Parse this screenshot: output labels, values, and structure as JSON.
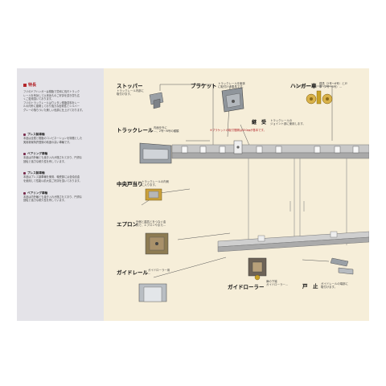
{
  "left": {
    "heading": "特長",
    "intro": [
      "フジのドアハンガーは樹脂で豊和に長尺トラック",
      "レールを有効して以来永久のご好評を頂き豊も広",
      "くご愛用頂いております。",
      "フジのトラックレールはウレタン樹脂塗料をレー",
      "ルの内外に被覆しており強力な密着性とシルバー",
      "グレーの落ちついた美しい色調に仕上げております。"
    ],
    "sections": [
      {
        "title": "プレス製車輪",
        "lines": [
          "本品は全属と樹脂のコンビネーションを特徴とした",
          "実用新案特許登録の精度の高い車輪です。"
        ]
      },
      {
        "title": "ベアリング車輪",
        "lines": [
          "本品は内外輪とも焼き入れが施されており、円滑な",
          "回転と強力な耐久性を有しています。"
        ]
      },
      {
        "title": "プレス製車輪",
        "lines": [
          "本品はプレス製車輪を使用、軸受部には含油合金",
          "を使用して性能以前大変ご好評を頂いております。"
        ]
      },
      {
        "title": "ベアリング車輪",
        "lines": [
          "本品は内外輪とも焼き入れが施されており、円滑な",
          "回転と強力な耐久性を有しています。"
        ]
      }
    ]
  },
  "labels": {
    "stopper": {
      "title": "ストッパー",
      "desc": [
        "トラックレール内部に",
        "取付けます。"
      ]
    },
    "bracket": {
      "title": "ブラケット",
      "desc": [
        "トラックレールを躯体",
        "に取付ける金具です。"
      ]
    },
    "hanger": {
      "title": "ハンガー車",
      "desc": [
        "建具（2号〜6号）と戸",
        "車（2号〜5号）…"
      ]
    },
    "track": {
      "title": "トラックレール",
      "desc": [
        "内面を外に",
        "…、2号〜6号の種類"
      ]
    },
    "joint": {
      "title": "継　受",
      "desc": [
        "トラックレールの",
        "ジョイント部に使用します。"
      ]
    },
    "note": "※ブラケットの取付間隔は450㎜が基本です。",
    "center": {
      "title": "中央戸当り",
      "desc": [
        "トラックレールの内側",
        "に入ります。"
      ]
    },
    "apron": {
      "title": "エプロン",
      "desc": [
        "外側と建具とをつなぐ金",
        "具で、エプロンやまた…"
      ]
    },
    "guiderail": {
      "title": "ガイドレール",
      "desc": [
        "ガイドローラー用",
        "…"
      ]
    },
    "guideroller": {
      "title": "ガイドローラー",
      "desc": [
        "扉の下端",
        "ガイドローラー…"
      ]
    },
    "stop": {
      "title": "戸　止",
      "desc": [
        "ガイドレールの端部に",
        "取付けます。"
      ]
    }
  },
  "colors": {
    "page_bg": "#f6eed9",
    "left_panel": "#e4e3e8",
    "accent_red": "#b3262b",
    "bullet": "#7a2d4e",
    "rail": "#b8b8b8",
    "brass": "#c39a2c"
  }
}
